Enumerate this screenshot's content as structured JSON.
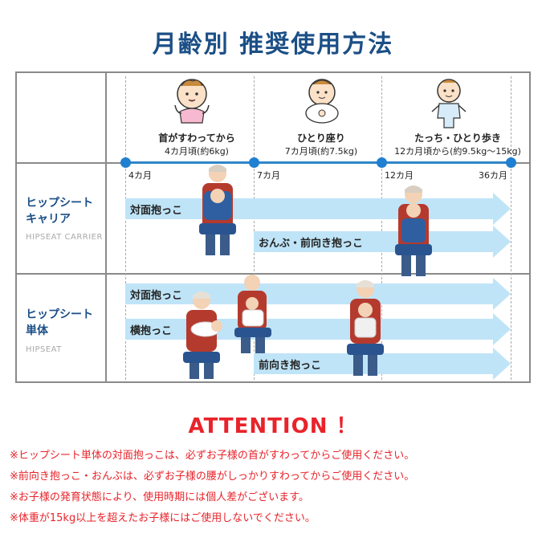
{
  "title": "月齢別 推奨使用方法",
  "stages": [
    {
      "t1": "首がすわってから",
      "t2": "4カ月頃(約6kg)"
    },
    {
      "t1": "ひとり座り",
      "t2": "7カ月頃(約7.5kg)"
    },
    {
      "t1": "たっち・ひとり歩き",
      "t2": "12カ月頃から(約9.5kg〜15kg)"
    }
  ],
  "months": [
    "4カ月",
    "7カ月",
    "12カ月",
    "36カ月"
  ],
  "rows": [
    {
      "label1": "ヒップシート",
      "label2": "キャリア",
      "sub": "HIPSEAT CARRIER",
      "arrows": [
        "対面抱っこ",
        "おんぶ・前向き抱っこ"
      ]
    },
    {
      "label1": "ヒップシート",
      "label2": "単体",
      "sub": "HIPSEAT",
      "arrows": [
        "対面抱っこ",
        "横抱っこ",
        "前向き抱っこ"
      ]
    }
  ],
  "attention": {
    "title": "ATTENTION ！",
    "notes": [
      "※ヒップシート単体の対面抱っこは、必ずお子様の首がすわってからご使用ください。",
      "※前向き抱っこ・おんぶは、必ずお子様の腰がしっかりすわってからご使用ください。",
      "※お子様の発育状態により、使用時期には個人差がございます。",
      "※体重が15kg以上を超えたお子様にはご使用しないでください。"
    ]
  },
  "colors": {
    "title": "#1b4f86",
    "accent": "#1f7fd0",
    "arrow": "#bfe4f7",
    "warning": "#e8232a"
  },
  "icons": [
    "baby-4month-icon",
    "baby-sitting-icon",
    "baby-standing-icon"
  ]
}
